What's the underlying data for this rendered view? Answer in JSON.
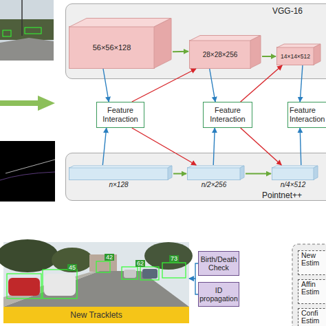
{
  "diagram": {
    "nodes": [
      {
        "text": [
          "VGG-16"
        ]
      },
      {
        "text": [
          "56×56×128"
        ],
        "in": 0
      },
      {
        "text": [
          "28×28×256"
        ],
        "in": 0
      },
      {
        "text": [
          "14×14×512"
        ],
        "in": 0
      },
      {
        "text": [
          "Feature Interaction"
        ]
      },
      {
        "text": [
          "Feature Interaction"
        ]
      },
      {
        "text": [
          "Feature Interaction"
        ]
      },
      {
        "text": [
          "Pointnet++"
        ]
      },
      {
        "text": [
          "n×128"
        ],
        "in": 7
      },
      {
        "text": [
          "n/2×256"
        ],
        "in": 7
      },
      {
        "text": [
          "n/4×512"
        ],
        "in": 7
      },
      {
        "text": [
          "New Tracklets"
        ]
      },
      {
        "text": [
          "Birth/Death Check"
        ]
      },
      {
        "text": [
          "ID propagation"
        ]
      },
      {
        "text": [
          "New Estim"
        ]
      },
      {
        "text": [
          "Affin Estim"
        ]
      },
      {
        "text": [
          "Confi Estim"
        ]
      }
    ],
    "edges": [
      {
        "from": 1,
        "to": 2,
        "arrow": "to"
      },
      {
        "from": 2,
        "to": 3,
        "arrow": "to"
      },
      {
        "from": 1,
        "to": 4,
        "arrow": "to"
      },
      {
        "from": 4,
        "to": 2,
        "arrow": "to"
      },
      {
        "from": 2,
        "to": 5,
        "arrow": "to"
      },
      {
        "from": 5,
        "to": 3,
        "arrow": "to"
      },
      {
        "from": 3,
        "to": 6,
        "arrow": "to"
      },
      {
        "from": 8,
        "to": 9,
        "arrow": "to"
      },
      {
        "from": 9,
        "to": 10,
        "arrow": "to"
      },
      {
        "from": 8,
        "to": 4,
        "arrow": "to"
      },
      {
        "from": 4,
        "to": 9,
        "arrow": "to"
      },
      {
        "from": 9,
        "to": 5,
        "arrow": "to"
      },
      {
        "from": 5,
        "to": 10,
        "arrow": "to"
      },
      {
        "from": 10,
        "to": 6,
        "arrow": "to"
      },
      {
        "from": 12,
        "to": 11,
        "arrow": "to"
      },
      {
        "from": 13,
        "to": 11,
        "arrow": "to"
      }
    ],
    "labels": [
      "45",
      "42",
      "62",
      "73"
    ]
  }
}
